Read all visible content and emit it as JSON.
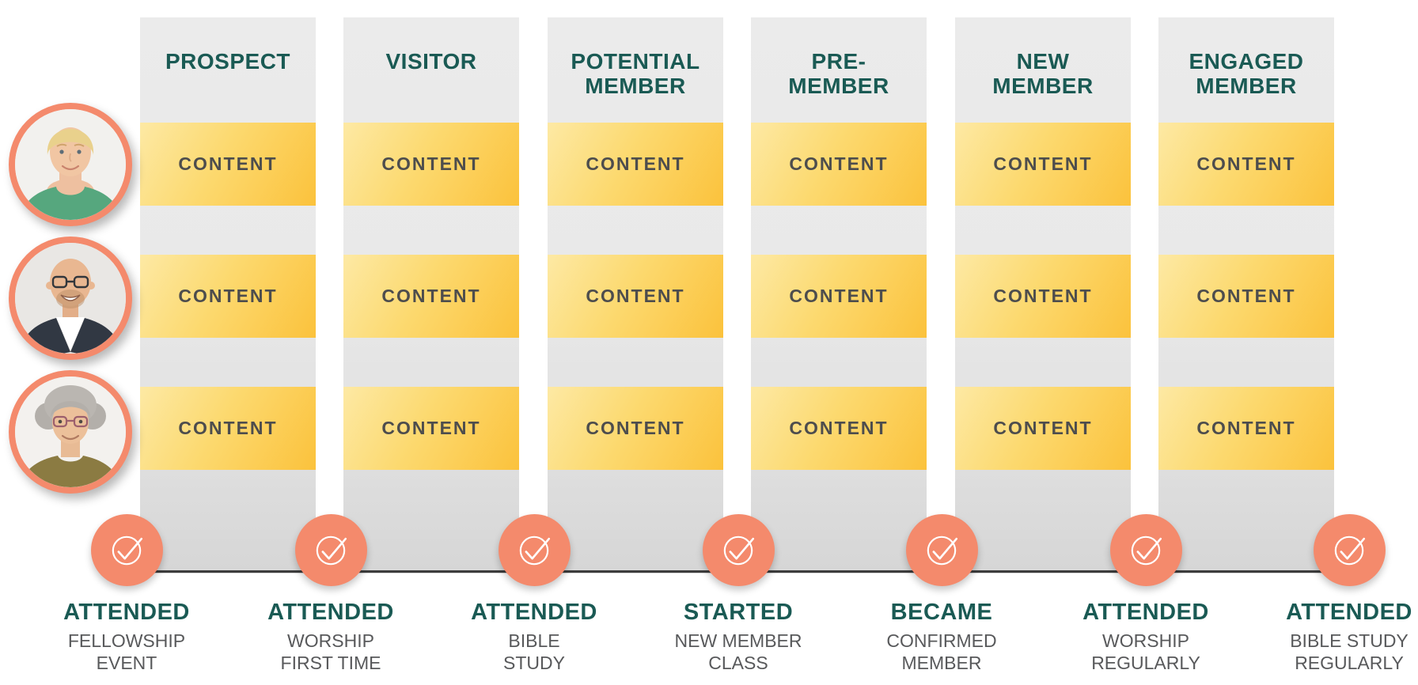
{
  "palette": {
    "salmon": "#F48A6C",
    "teal": "#1A5A54",
    "yellow_light": "#FDE9A4",
    "yellow_dark": "#FBC23C",
    "column_gray_top": "#EBEBEB",
    "column_gray_bottom": "#D6D6D6",
    "content_text": "#4D4D4D",
    "label_gray": "#58595B",
    "timeline_line": "#3C3C3C"
  },
  "columns": [
    {
      "title_lines": [
        "PROSPECT"
      ],
      "rows": [
        "CONTENT",
        "CONTENT",
        "CONTENT"
      ]
    },
    {
      "title_lines": [
        "VISITOR"
      ],
      "rows": [
        "CONTENT",
        "CONTENT",
        "CONTENT"
      ]
    },
    {
      "title_lines": [
        "POTENTIAL",
        "MEMBER"
      ],
      "rows": [
        "CONTENT",
        "CONTENT",
        "CONTENT"
      ]
    },
    {
      "title_lines": [
        "PRE-",
        "MEMBER"
      ],
      "rows": [
        "CONTENT",
        "CONTENT",
        "CONTENT"
      ]
    },
    {
      "title_lines": [
        "NEW",
        "MEMBER"
      ],
      "rows": [
        "CONTENT",
        "CONTENT",
        "CONTENT"
      ]
    },
    {
      "title_lines": [
        "ENGAGED",
        "MEMBER"
      ],
      "rows": [
        "CONTENT",
        "CONTENT",
        "CONTENT"
      ]
    }
  ],
  "avatars": [
    {
      "id": "young-woman-blonde-green-top"
    },
    {
      "id": "bald-man-glasses-dark-blazer"
    },
    {
      "id": "senior-woman-gray-hair-glasses"
    }
  ],
  "milestones": [
    {
      "icon": "check-circle",
      "action": "ATTENDED",
      "detail_lines": [
        "FELLOWSHIP",
        "EVENT"
      ]
    },
    {
      "icon": "check-circle",
      "action": "ATTENDED",
      "detail_lines": [
        "WORSHIP",
        "FIRST TIME"
      ]
    },
    {
      "icon": "check-circle",
      "action": "ATTENDED",
      "detail_lines": [
        "BIBLE",
        "STUDY"
      ]
    },
    {
      "icon": "check-circle",
      "action": "STARTED",
      "detail_lines": [
        "NEW MEMBER",
        "CLASS"
      ]
    },
    {
      "icon": "check-circle",
      "action": "BECAME",
      "detail_lines": [
        "CONFIRMED",
        "MEMBER"
      ]
    },
    {
      "icon": "check-circle",
      "action": "ATTENDED",
      "detail_lines": [
        "WORSHIP",
        "REGULARLY"
      ]
    },
    {
      "icon": "check-circle",
      "action": "ATTENDED",
      "detail_lines": [
        "BIBLE STUDY",
        "REGULARLY"
      ]
    }
  ]
}
